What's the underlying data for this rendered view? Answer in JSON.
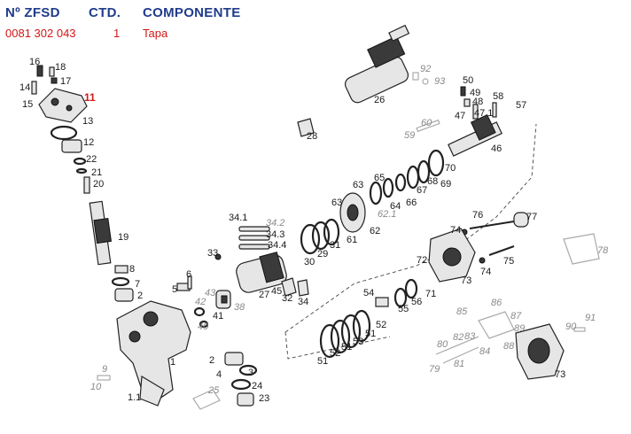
{
  "header": {
    "col_number": "Nº ZFSD",
    "col_qty": "CTD.",
    "col_component": "COMPONENTE"
  },
  "selected_row": {
    "number": "0081 302 043",
    "qty": "1",
    "component": "Tapa"
  },
  "colors": {
    "header_blue": "#1f3c8c",
    "highlight_red": "#d01818",
    "label_gray": "#8a8a8a"
  },
  "labels": {
    "p1": "1",
    "p1_1": "1.1",
    "p2a": "2",
    "p2b": "2",
    "p3": "3",
    "p4": "4",
    "p5": "5",
    "p6": "6",
    "p7": "7",
    "p8": "8",
    "p9": "9",
    "p10": "10",
    "p11": "11",
    "p12": "12",
    "p13": "13",
    "p14": "14",
    "p15": "15",
    "p16": "16",
    "p17": "17",
    "p18": "18",
    "p19": "19",
    "p20": "20",
    "p21": "21",
    "p22": "22",
    "p23": "23",
    "p24": "24",
    "p25": "25",
    "p26": "26",
    "p27": "27",
    "p28": "28",
    "p29": "29",
    "p30": "30",
    "p31": "31",
    "p32": "32",
    "p33": "33",
    "p34": "34",
    "p34_1": "34.1",
    "p34_2": "34.2",
    "p34_3": "34.3",
    "p34_4": "34.4",
    "p38": "38",
    "p40": "40",
    "p41": "41",
    "p42": "42",
    "p43": "43",
    "p45": "45",
    "p46": "46",
    "p47": "47",
    "p47_1": "47.1",
    "p48": "48",
    "p49": "49",
    "p50": "50",
    "p51a": "51",
    "p51b": "51",
    "p51c": "51",
    "p51d": "51",
    "p52a": "52",
    "p52b": "52",
    "p53": "53",
    "p54": "54",
    "p55": "55",
    "p56": "56",
    "p57": "57",
    "p58": "58",
    "p59": "59",
    "p60": "60",
    "p61": "61",
    "p62": "62",
    "p62_1": "62.1",
    "p63a": "63",
    "p63b": "63",
    "p64": "64",
    "p65": "65",
    "p66": "66",
    "p67": "67",
    "p68": "68",
    "p69": "69",
    "p70": "70",
    "p71": "71",
    "p72": "72",
    "p73a": "73",
    "p73b": "73",
    "p74a": "74",
    "p74b": "74",
    "p75": "75",
    "p76": "76",
    "p77": "77",
    "p78": "78",
    "p79": "79",
    "p80": "80",
    "p81": "81",
    "p82": "82",
    "p83": "83",
    "p84": "84",
    "p85": "85",
    "p86": "86",
    "p87": "87",
    "p88": "88",
    "p89": "89",
    "p90": "90",
    "p91": "91",
    "p92": "92",
    "p93": "93"
  }
}
